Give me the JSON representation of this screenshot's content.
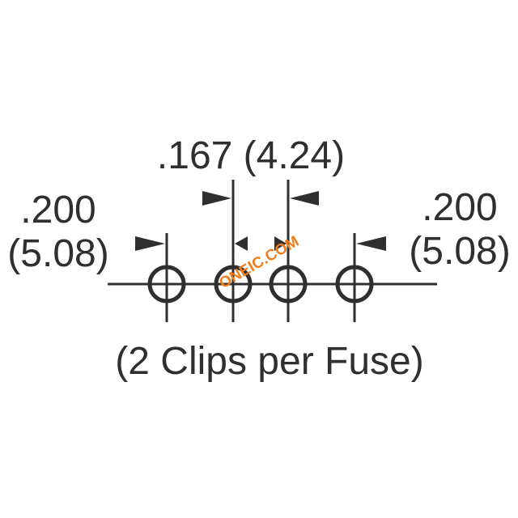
{
  "dimensions": {
    "center_spacing": ".167 (4.24)",
    "left_spacing_in": ".200",
    "left_spacing_mm": "(5.08)",
    "right_spacing_in": ".200",
    "right_spacing_mm": "(5.08)"
  },
  "caption": "(2 Clips per Fuse)",
  "watermark": "ONEIC.COM",
  "colors": {
    "ink": "#2f2f2f",
    "watermark": "#f07d1a"
  }
}
